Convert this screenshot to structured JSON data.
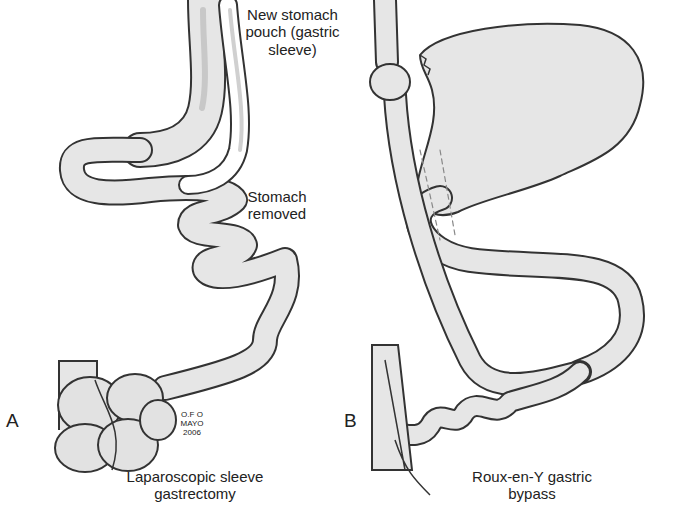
{
  "diagram": {
    "labels": [
      "New stomach pouch (gastric sleeve)",
      "Stomach removed",
      "O.F O MAYO 2006",
      "A",
      "Laparoscopic sleeve gastrectomy",
      "B",
      "Roux-en-Y gastric bypass"
    ]
  }
}
